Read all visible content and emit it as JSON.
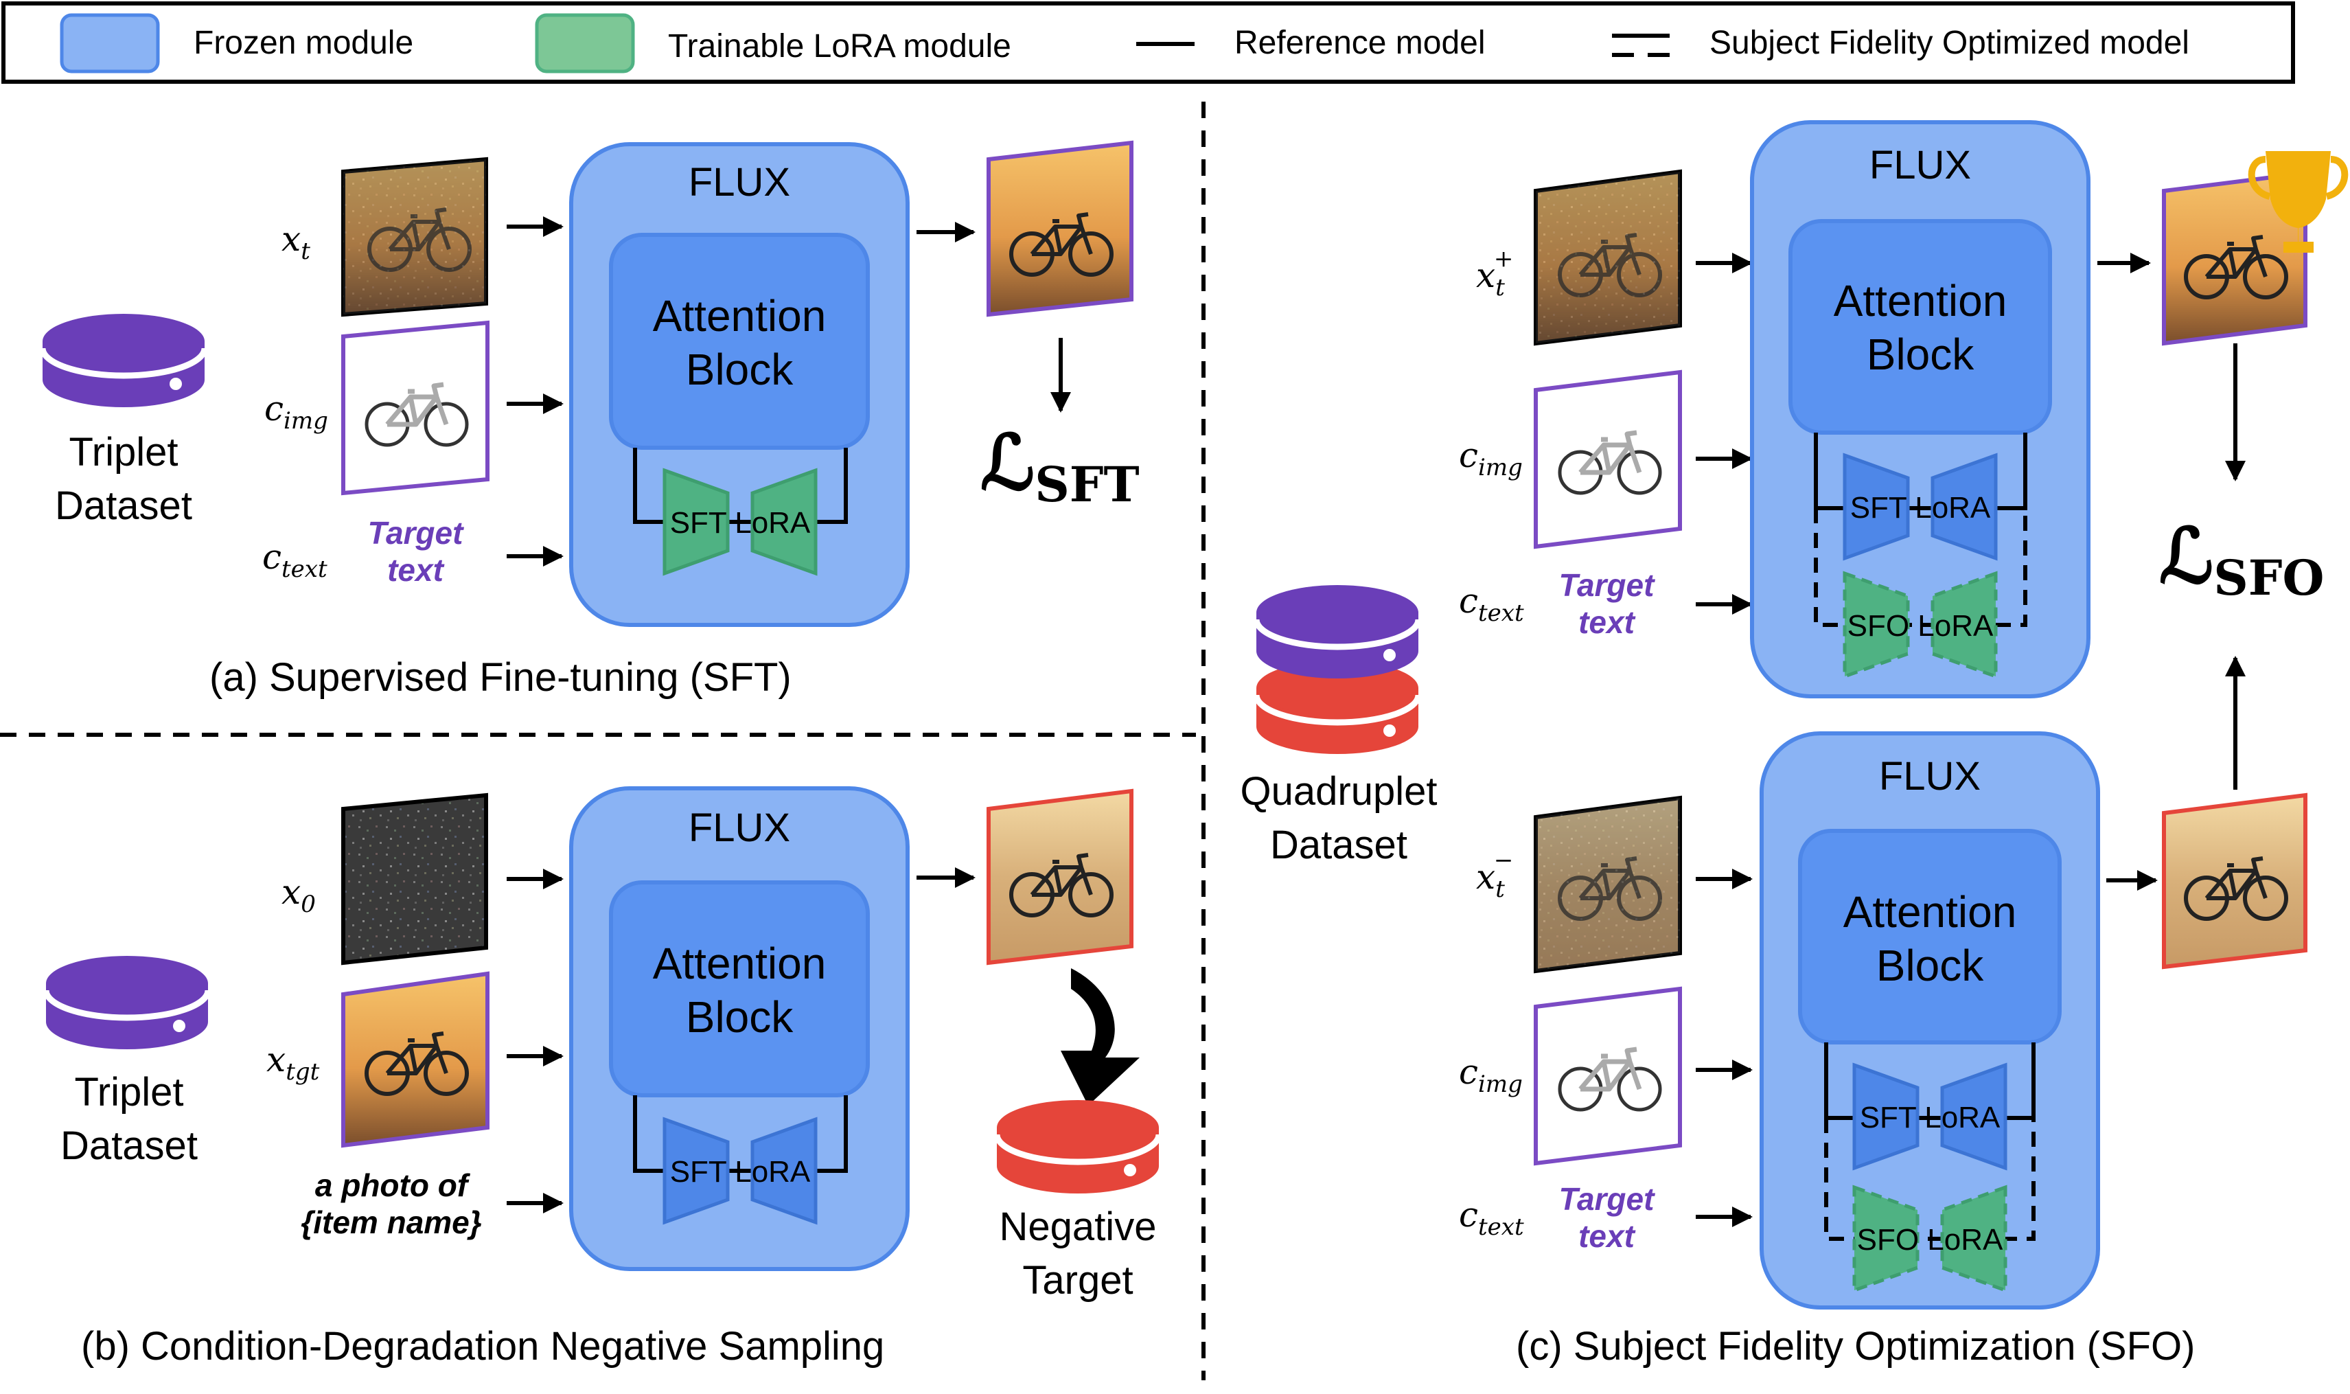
{
  "legend": {
    "frozen": "Frozen module",
    "trainable": "Trainable LoRA module",
    "reference": "Reference model",
    "sfo_model": "Subject Fidelity Optimized model"
  },
  "colors": {
    "frozen_fill": "#8AB3F4",
    "attention_fill": "#5B93F1",
    "lora_green": "#4FB283",
    "lora_blue": "#4E87E8",
    "dataset_purple": "#6A3EB8",
    "dataset_red": "#E5453A",
    "target_text": "#6A3EB8",
    "positive_frame": "#7B4BC4",
    "negative_frame": "#E5453A",
    "trophy": "#F2B10D"
  },
  "panel_a": {
    "dataset": [
      "Triplet",
      "Dataset"
    ],
    "inputs": {
      "xt": "x",
      "xt_sub": "t",
      "cimg": "c",
      "cimg_sub": "img",
      "ctext": "c",
      "ctext_sub": "text"
    },
    "target_text": [
      "Target",
      "text"
    ],
    "flux": "FLUX",
    "attention": [
      "Attention",
      "Block"
    ],
    "lora": "SFT LoRA",
    "loss": "ℒ",
    "loss_sub": "SFT",
    "caption": "(a) Supervised Fine-tuning (SFT)"
  },
  "panel_b": {
    "dataset": [
      "Triplet",
      "Dataset"
    ],
    "inputs": {
      "x0": "x",
      "x0_sub": "0",
      "xtgt": "x",
      "xtgt_sub": "tgt"
    },
    "prompt": [
      "a photo of",
      "{item name}"
    ],
    "flux": "FLUX",
    "attention": [
      "Attention",
      "Block"
    ],
    "lora": "SFT LoRA",
    "negative": [
      "Negative",
      "Target"
    ],
    "caption": "(b) Condition-Degradation Negative Sampling"
  },
  "panel_c": {
    "dataset": [
      "Quadruplet",
      "Dataset"
    ],
    "top": {
      "inputs": {
        "xt": "x",
        "xt_sub": "t",
        "xt_sup": "+",
        "cimg": "c",
        "cimg_sub": "img",
        "ctext": "c",
        "ctext_sub": "text"
      },
      "target_text": [
        "Target",
        "text"
      ],
      "flux": "FLUX",
      "attention": [
        "Attention",
        "Block"
      ],
      "sft_lora": "SFT LoRA",
      "sfo_lora": "SFO LoRA"
    },
    "bottom": {
      "inputs": {
        "xt": "x",
        "xt_sub": "t",
        "xt_sup": "−",
        "cimg": "c",
        "cimg_sub": "img",
        "ctext": "c",
        "ctext_sub": "text"
      },
      "target_text": [
        "Target",
        "text"
      ],
      "flux": "FLUX",
      "attention": [
        "Attention",
        "Block"
      ],
      "sft_lora": "SFT LoRA",
      "sfo_lora": "SFO LoRA"
    },
    "loss": "ℒ",
    "loss_sub": "SFO",
    "caption": "(c) Subject Fidelity Optimization (SFO)"
  }
}
